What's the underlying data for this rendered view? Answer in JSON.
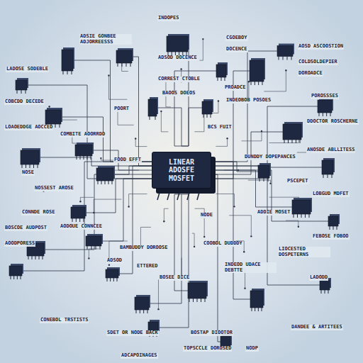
{
  "diagram": {
    "nodes": [
      {
        "text": [
          "LINEAR ADOSFE MOSFET"
        ]
      }
    ],
    "labels": [
      "INDOPES",
      "ADSIE GONBEE ADJORREESSS",
      "ADSOD DOCENCE",
      "CGOEBOY",
      "DOCENCE",
      "AOSD ASCOOSTION",
      "COLDSOLDEPIER",
      "DOROADCE",
      "LADOSE SODEBLE",
      "CORREST CTOBLE",
      "BAOOS DOEOS",
      "PROADCE",
      "INDEOBOB POSOES",
      "COBCDD DECEDE",
      "LOAOEDDGE AOCCED",
      "POROSSSES",
      "DDOCTOR ROSCHERNE",
      "POORT",
      "BCS FUIT",
      "COMBITE AOORRDD",
      "NOSE",
      "NOSSEST AROSE",
      "FOOD EFFT",
      "DUNDDY DOPEPANCES",
      "ANOSDE ABLLITESS",
      "PSCEPET",
      "CONNDE ROSE",
      "BOSCOE AUDPOST",
      "AODOUE CONNCEE",
      "LOBGUD MDFET",
      "NODE",
      "ADDIE MOSET",
      "AOODPORESS",
      "BAMBUDDY DOROOSE",
      "COOBOL DUDDDY",
      "LIOCESTED DOSPETERNS",
      "ETTERED",
      "BOSEE DICE",
      "INDEOD UDACE DEBTTE",
      "FEBOSE FOBOO",
      "LADODD",
      "ADSOD",
      "CONEBOL TRSTISTS",
      "SDET OR NODE BACK",
      "ADCAPOINAGES",
      "BOSTAP DIOOTOR",
      "TOPSCCLE DOROSED",
      "NODP",
      "DANDEE & ARTITEES"
    ]
  }
}
